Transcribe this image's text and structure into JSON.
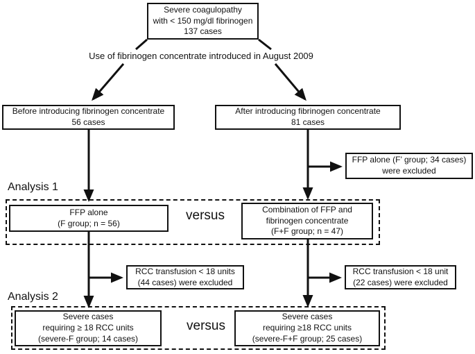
{
  "diagram_title": "Patient selection flow for fibrinogen concentrate study",
  "colors": {
    "background": "#ffffff",
    "line": "#111111",
    "box_border": "#111111",
    "text": "#111111"
  },
  "nodes": {
    "severe_coagulopathy": {
      "lines": [
        "Severe coagulopathy",
        "with < 150 mg/dl fibrinogen",
        "137 cases"
      ]
    },
    "intro_note": "Use of fibrinogen concentrate introduced in August 2009",
    "before_group": {
      "lines": [
        "Before introducing fibrinogen concentrate",
        "56 cases"
      ]
    },
    "after_group": {
      "lines": [
        "After introducing fibrinogen concentrate",
        "81 cases"
      ]
    },
    "ffp_alone_excluded": {
      "lines": [
        "FFP alone (F’ group; 34 cases)",
        "were excluded"
      ]
    },
    "analysis1_label": "Analysis 1",
    "ffp_alone": {
      "lines": [
        "FFP alone",
        "(F group; n = 56)"
      ]
    },
    "versus1": "versus",
    "combination": {
      "lines": [
        "Combination of FFP and",
        "fibrinogen concentrate",
        "(F+F group; n = 47)"
      ]
    },
    "rcc_excluded_left": {
      "lines": [
        "RCC transfusion < 18 units",
        "(44 cases) were excluded"
      ]
    },
    "rcc_excluded_right": {
      "lines": [
        "RCC transfusion < 18 unit",
        "(22 cases) were excluded"
      ]
    },
    "analysis2_label": "Analysis 2",
    "severe_f": {
      "lines": [
        "Severe cases",
        "requiring ≥ 18 RCC units",
        "(severe-F group; 14 cases)"
      ]
    },
    "versus2": "versus",
    "severe_ff": {
      "lines": [
        "Severe cases",
        "requiring ≥18 RCC units",
        "(severe-F+F group; 25 cases)"
      ]
    }
  }
}
